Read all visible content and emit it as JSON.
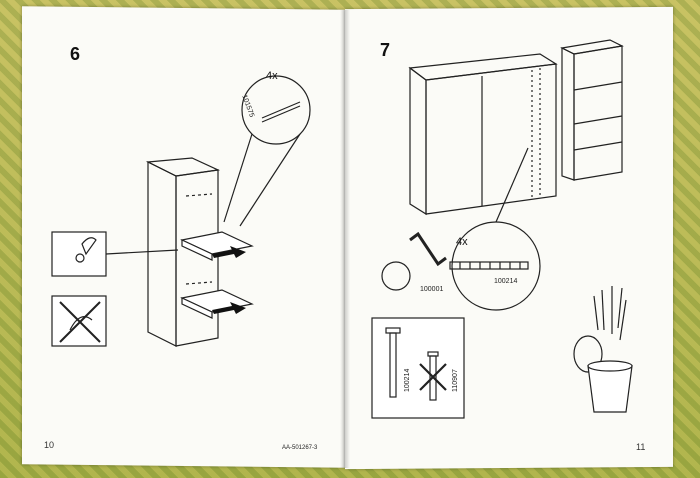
{
  "left_page": {
    "step": "6",
    "quantity": "4x",
    "part_number": "101575",
    "page_number": "10",
    "document_code": "AA-501267-3"
  },
  "right_page": {
    "step": "7",
    "quantity": "4x",
    "tool_part": "100001",
    "screw_part": "100214",
    "correct_screw_part": "100214",
    "wrong_screw_part": "110907",
    "page_number": "11"
  }
}
